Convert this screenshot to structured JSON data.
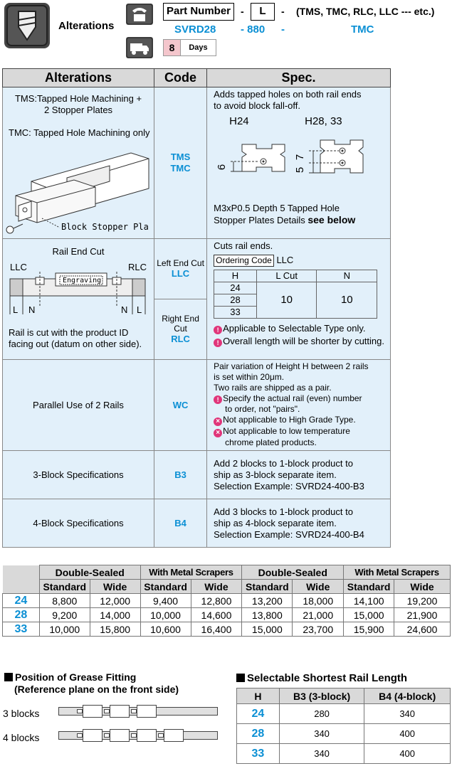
{
  "header": {
    "title": "Alterations",
    "part_number_label": "Part Number",
    "dash": "-",
    "l_label": "L",
    "options_text": "(TMS, TMC, RLC, LLC --- etc.)",
    "example_part": "SVRD28",
    "example_dash1": "- 880",
    "example_dash2": "-",
    "example_opt": "TMC",
    "days_value": "8",
    "days_label": "Days"
  },
  "main_table": {
    "headers": [
      "Alterations",
      "Code",
      "Spec."
    ],
    "tms": {
      "alt_line1": "TMS:Tapped Hole Machining +",
      "alt_line2": "2 Stopper Plates",
      "alt_line3": "TMC: Tapped Hole Machining only",
      "diagram_label": "Block Stopper Pla",
      "code1": "TMS",
      "code2": "TMC",
      "spec_line1": "Adds tapped holes on both rail ends",
      "spec_line2": "to avoid block fall-off.",
      "h24": "H24",
      "h2833": "H28, 33",
      "dim6": "6",
      "dim5": "5",
      "dim7": "7",
      "spec_line3": "M3xP0.5 Depth 5 Tapped Hole",
      "spec_line4a": "Stopper Plates Details ",
      "spec_line4b": "see below"
    },
    "cut": {
      "alt_title": "Rail End Cut",
      "llc": "LLC",
      "rlc": "RLC",
      "engraving": "Engraving",
      "l": "L",
      "n": "N",
      "alt_note1": "Rail is cut with the product ID",
      "alt_note2": "facing out (datum on other side).",
      "left_label": "Left End Cut",
      "left_code": "LLC",
      "right_label": "Right End Cut",
      "right_code": "RLC",
      "spec_line1": "Cuts rail ends.",
      "ordering_code": "Ordering Code",
      "ordering_value": "LLC",
      "inner_headers": [
        "H",
        "L Cut",
        "N"
      ],
      "inner_h": [
        "24",
        "28",
        "33"
      ],
      "inner_lcut": "10",
      "inner_n": "10",
      "note1": "Applicable to Selectable Type only.",
      "note2": "Overall length will be shorter by cutting."
    },
    "wc": {
      "alt": "Parallel Use of 2 Rails",
      "code": "WC",
      "l1": "Pair variation of Height H between 2 rails",
      "l2": "is set within 20μm.",
      "l3": "Two rails are shipped as a pair.",
      "l4": "Specify the actual rail (even) number",
      "l5": "to order, not \"pairs\".",
      "l6": "Not applicable to High Grade Type.",
      "l7": "Not applicable to low temperature",
      "l8": "chrome plated products."
    },
    "b3": {
      "alt": "3-Block Specifications",
      "code": "B3",
      "l1": "Add 2 blocks to 1-block product to",
      "l2": "ship as 3-block separate item.",
      "l3": "Selection Example: SVRD24-400-B3"
    },
    "b4": {
      "alt": "4-Block Specifications",
      "code": "B4",
      "l1": "Add 3 blocks to 1-block product to",
      "l2": "ship as 4-block separate item.",
      "l3": "Selection Example: SVRD24-400-B4"
    }
  },
  "price_table": {
    "groups": [
      "Double-Sealed",
      "With Metal Scrapers",
      "Double-Sealed",
      "With Metal Scrapers"
    ],
    "sub": [
      "Standard",
      "Wide",
      "Standard",
      "Wide",
      "Standard",
      "Wide",
      "Standard",
      "Wide"
    ],
    "rows": [
      {
        "h": "24",
        "v": [
          "8,800",
          "12,000",
          "9,400",
          "12,800",
          "13,200",
          "18,000",
          "14,100",
          "19,200"
        ]
      },
      {
        "h": "28",
        "v": [
          "9,200",
          "14,000",
          "10,000",
          "14,600",
          "13,800",
          "21,000",
          "15,000",
          "21,900"
        ]
      },
      {
        "h": "33",
        "v": [
          "10,000",
          "15,800",
          "10,600",
          "16,400",
          "15,000",
          "23,700",
          "15,900",
          "24,600"
        ]
      }
    ]
  },
  "grease": {
    "title1": "Position of Grease Fitting",
    "title2": "(Reference plane on the front side)",
    "label3": "3 blocks",
    "label4": "4 blocks"
  },
  "shortest": {
    "title": "Selectable Shortest Rail Length",
    "headers": [
      "H",
      "B3 (3-block)",
      "B4 (4-block)"
    ],
    "rows": [
      {
        "h": "24",
        "b3": "280",
        "b4": "340"
      },
      {
        "h": "28",
        "b3": "340",
        "b4": "400"
      },
      {
        "h": "33",
        "b3": "340",
        "b4": "400"
      }
    ]
  }
}
